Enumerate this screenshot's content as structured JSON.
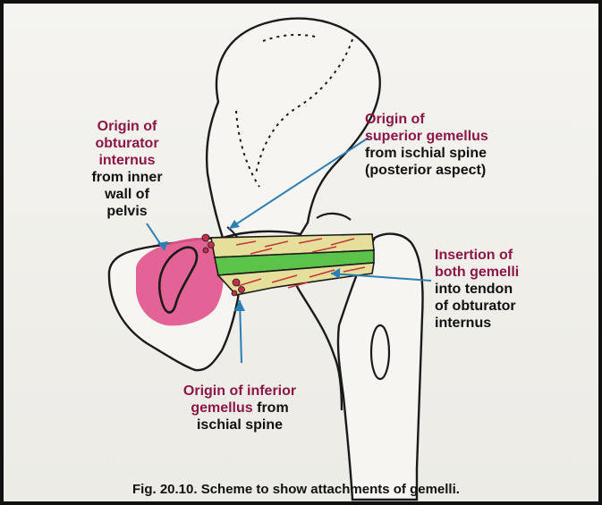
{
  "labels": {
    "obturator_origin": {
      "red": [
        "Origin of",
        "obturator",
        "internus"
      ],
      "black": [
        "from inner",
        "wall of",
        "pelvis"
      ]
    },
    "superior_origin": {
      "red": [
        "Origin of",
        "superior gemellus"
      ],
      "black": [
        "from ischial spine",
        "(posterior aspect)"
      ]
    },
    "insertion": {
      "red": [
        "Insertion of",
        "both gemelli"
      ],
      "black": [
        "into tendon",
        "of obturator",
        "internus"
      ]
    },
    "inferior_origin": {
      "red": [
        "Origin of inferior",
        "gemellus"
      ],
      "black_inline": "from",
      "black": [
        "ischial spine"
      ]
    }
  },
  "caption": "Fig. 20.10. Scheme to show attachments of gemelli.",
  "colors": {
    "bone_outline": "#1a1a1a",
    "obturator_pink": "#e2568e",
    "gemellus_yellow": "#e6df9c",
    "tendon_green": "#5cc34a",
    "fiber_red": "#c2373a",
    "pointer_blue": "#2a7fb5",
    "label_red": "#8c1646"
  }
}
